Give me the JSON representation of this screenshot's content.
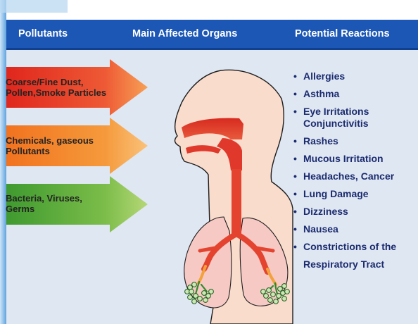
{
  "headers": {
    "pollutants": "Pollutants",
    "organs": "Main Affected Organs",
    "reactions": "Potential Reactions"
  },
  "pollutants": [
    {
      "line1": "Coarse/Fine Dust,",
      "line2": "Pollen,Smoke Particles",
      "color": "#e6362d"
    },
    {
      "line1": "Chemicals, gaseous",
      "line2": "Pollutants",
      "color": "#f08a25"
    },
    {
      "line1": "Bacteria, Viruses,",
      "line2": "Germs",
      "color": "#57ab3c"
    }
  ],
  "reactions": [
    {
      "text": "Allergies",
      "bullet": true
    },
    {
      "text": "Asthma",
      "bullet": true
    },
    {
      "text": "Eye Irritations",
      "text2": "Conjunctivitis",
      "bullet": true
    },
    {
      "text": "Rashes",
      "bullet": true
    },
    {
      "text": "Mucous Irritation",
      "bullet": true
    },
    {
      "text": "Headaches, Cancer",
      "bullet": true
    },
    {
      "text": "Lung Damage",
      "bullet": true
    },
    {
      "text": "Dizziness",
      "bullet": true
    },
    {
      "text": "Nausea",
      "bullet": true
    },
    {
      "text": "Constrictions of the",
      "bullet": true
    },
    {
      "text": "Respiratory Tract",
      "bullet": false
    }
  ],
  "colors": {
    "header_band": "#1c57b5",
    "panel": "#dfe7f3",
    "skin": "#f9dccb",
    "lung": "#f6c9c4",
    "airway": "#e8453a",
    "text_blue": "#1b2b6e"
  }
}
